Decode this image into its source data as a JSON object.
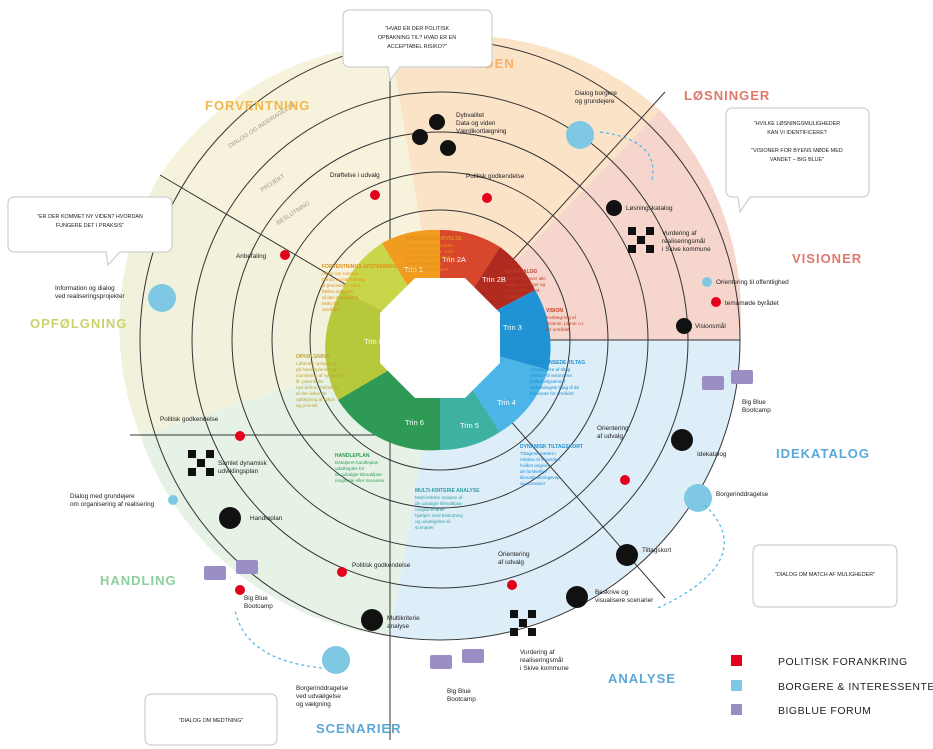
{
  "colors": {
    "red": "#e3001b",
    "blue": "#7ec8e3",
    "purple": "#9b8ec4",
    "viden": "#f5b06b",
    "losninger": "#e0786b",
    "idekatalog": "#5aa8d8",
    "analyse": "#5aa8d8",
    "scenarier": "#5aa8d8",
    "handling": "#8ccf9e",
    "opfolgning": "#c9d36a",
    "forventning": "#f0b84d",
    "visioner": "#e0786b",
    "seg_trin0": "#b7c93a",
    "seg_trin1": "#f29c1f",
    "seg_trin2a": "#d8472b",
    "seg_trin2b": "#b02a20",
    "seg_trin3": "#1f93d3",
    "seg_trin4": "#4bb5e8",
    "seg_trin5": "#3fb1a2",
    "seg_trin6": "#2f9a55"
  },
  "phases": {
    "viden": "VIDEN",
    "losninger": "LØSNINGER",
    "visioner": "VISIONER",
    "idekatalog": "IDEKATALOG",
    "analyse": "ANALYSE",
    "scenarier": "SCENARIER",
    "handling": "HANDLING",
    "opfolgning": "OPFØLGNING",
    "forventning": "FORVENTNING"
  },
  "ring_labels": {
    "dialog": "DIALOG OG INDDRAGELSE",
    "projekt": "PROJEKT",
    "beslutning": "BESLUTNING"
  },
  "trin": {
    "t0": "Trin 0",
    "t1": "Trin 1",
    "t2a": "Trin 2A",
    "t2b": "Trin 2B",
    "t3": "Trin 3",
    "t4": "Trin 4",
    "t5": "Trin 5",
    "t6": "Trin 6"
  },
  "inner": {
    "forventning_h": "FORVENTNINGS-AFSTEMNING",
    "forventning_t": [
      "Aftale om rammer,",
      "behov og forventning",
      "til processen, samt",
      "fælles definition",
      "af den acceptable",
      "risiko for",
      "området"
    ],
    "system_h": "SYSTEMBESKRIVELSE",
    "system_t": [
      "Beskrivelse af området",
      "og udfordringerne med",
      "oversvømmelse i byg",
      "samt kortlægning",
      "af de berørte aktører"
    ],
    "idekatalog_h": "IDEKATALOG",
    "idekatalog_t": [
      "Brainstorm over alle",
      "mulige løsninger og",
      "kategorisering af",
      "tiltagene"
    ],
    "vision_h": "VISION",
    "vision_t": [
      "Kortlægning af",
      "visioner, planer o.l.",
      "for området"
    ],
    "afgr_h": "AFGRÆNSEDE TILTAG",
    "afgr_t": [
      "Udvælgelse af tiltag",
      "relation til visionerne,",
      "hvilket afgrænser",
      "idekatalogets tiltag til de",
      "relevante for området"
    ],
    "dyn_h": "DYNAMISK TILTAGSKORT",
    "dyn_t": [
      "Tiltagene sættes i",
      "relation til hinanden,",
      "hvilket angiver",
      "de forskellige",
      "klimatilpasningsveje",
      "og scenarier"
    ],
    "multi_h": "MULTI-KRITERIE ANALYSE",
    "multi_t": [
      "Multi-kriterie analyse af",
      "de udvalgte klimatilpas-",
      "ningsscenarier",
      "hjælper med beslutning",
      "og udvælgelse af",
      "scenarier"
    ],
    "handle_h": "HANDLEPLAN",
    "handle_t": [
      "Detaljeret handleplan",
      "udarbejdes for",
      "de udvalgte klimatilpas-",
      "ningsveje eller scenarier"
    ],
    "opf_h": "OPFØLGNING",
    "opf_t": [
      "Løbende opsamling",
      "på handleplanen og",
      "monitering af systemet",
      "ift. potentielle",
      "nye behov. Definition",
      "af den løbende",
      "opfølgning af fokus",
      "og prioritet"
    ]
  },
  "activities": {
    "dybvalitet": "Dybvalitet",
    "data_viden": "Data og viden",
    "vaerdi": "Værdikortlægning",
    "drofte": "Drøftelse i udvalg",
    "pol_godk_1": "Politisk godkendelse",
    "dialog_borgere": [
      "Dialog borgere",
      "og grundejere"
    ],
    "losningskat": "Løsningskatalog",
    "vurdering_1": [
      "Vurdering af",
      "realiseringsmål",
      "i Skive kommune"
    ],
    "orientering_off": "Orientering til offentlighed",
    "temamode": "temamøde byrådet",
    "visionsmal": "Visionsmål",
    "anbefaling": "Anbefaling",
    "information": [
      "Information og dialog",
      "ved realiseringsprojekter"
    ],
    "pol_godk_2": "Politisk godkendelse",
    "samlet_plan": [
      "Samlet dynamisk",
      "udviklingsplan"
    ],
    "dialog_grundejere": [
      "Dialog med grundejere",
      "om organisering af realisering"
    ],
    "handleplan": "Handleplan",
    "pol_godk_3": "Politisk godkendelse",
    "multikrit": [
      "Multikriterie",
      "analyse"
    ],
    "orientering_udv1": [
      "Orientering",
      "af udvalg"
    ],
    "orientering_udv2": [
      "Orientering",
      "af udvalg"
    ],
    "tiltagskort": "Tiltagskort",
    "beskrive": [
      "Beskrive og",
      "visualisere scenarier"
    ],
    "vurdering_2": [
      "Vurdering af",
      "realiseringsmål",
      "i Skive kommune"
    ],
    "idekatalog": "Idekatalog",
    "borgerind": "Borgerinddragelse",
    "bigblue_1": [
      "Big Blue",
      "Bootcamp"
    ],
    "bigblue_2": [
      "Big Blue",
      "Bootcamp"
    ],
    "bigblue_3": [
      "Big Blue",
      "Bootcamp"
    ],
    "borgerind_udv": [
      "Borgerinddragelse",
      "ved udvælgelse",
      "og vælgning"
    ]
  },
  "bubbles": {
    "top": [
      "\"HVAD ER DER POLITISK",
      "OPBAKNING TIL? HVAD ER EN",
      "ACCEPTABEL RISIKO?\""
    ],
    "right": [
      "\"HVILKE LØSNINGSMULIGHEDER",
      "KAN VI IDENTIFICERE?",
      "",
      "\"VISIONER FOR BYENS MØDE MED",
      "VANDET – BIG BLUE\""
    ],
    "left": [
      "\"ER DER KOMMET NY VIDEN? HVORDAN",
      "FUNGERE DET I PRAKSIS\""
    ],
    "bottom_right": [
      "\"DIALOG OM MATCH AF MULIGHEDER\""
    ],
    "bottom_left": [
      "\"DIALOG OM MEDTNING\""
    ]
  },
  "legend": [
    {
      "label": "POLITISK FORANKRING",
      "color": "#e3001b"
    },
    {
      "label": "BORGERE & INTERESSENTER",
      "color": "#7ec8e3"
    },
    {
      "label": "BIGBLUE FORUM",
      "color": "#9b8ec4"
    }
  ]
}
